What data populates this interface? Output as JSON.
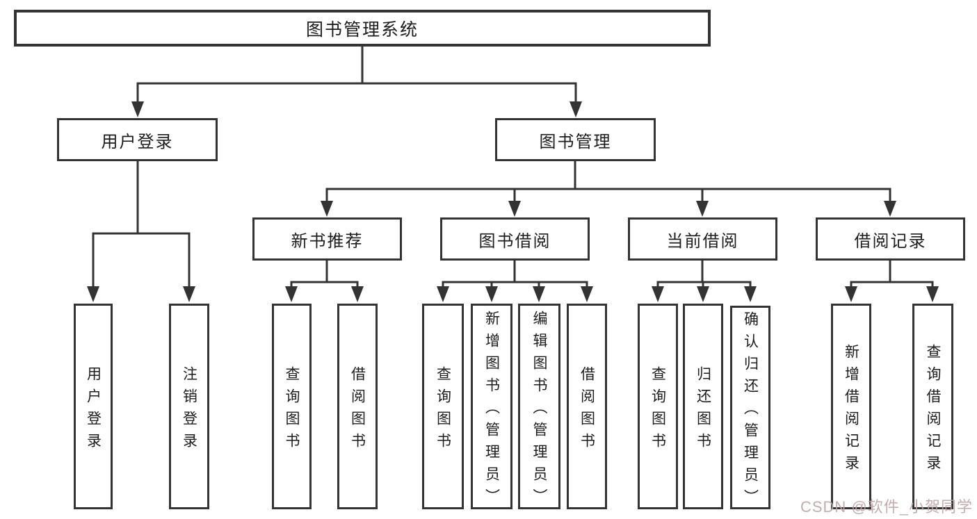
{
  "nodes": {
    "root": "图书管理系统",
    "user_login": "用户登录",
    "book_mgmt": "图书管理",
    "new_rec": "新书推荐",
    "borrowing": "图书借阅",
    "current": "当前借阅",
    "records": "借阅记录",
    "leaf_user_login": "用户登录",
    "leaf_logout": "注销登录",
    "leaf_rec_query": "查询图书",
    "leaf_rec_borrow": "借阅图书",
    "leaf_borrow_query": "查询图书",
    "leaf_borrow_add": "新增图书（管理员）",
    "leaf_borrow_edit": "编辑图书（管理员）",
    "leaf_borrow_lend": "借阅图书",
    "leaf_cur_query": "查询图书",
    "leaf_cur_return": "归还图书",
    "leaf_cur_confirm": "确认归还（管理员）",
    "leaf_record_add": "新增借阅记录",
    "leaf_record_query": "查询借阅记录"
  },
  "watermark": "CSDN @软件_小贺同学",
  "colors": {
    "line": "#333333",
    "text": "#1c1c1c",
    "watermark": "#bfa3a6",
    "background": "#ffffff"
  }
}
